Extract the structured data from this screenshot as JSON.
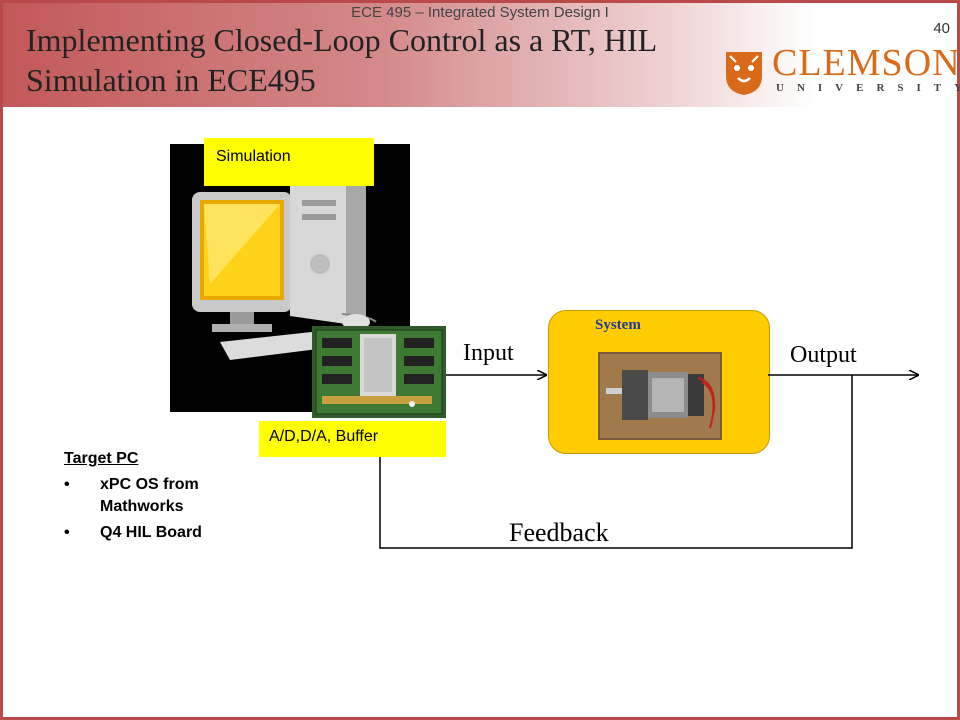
{
  "header": {
    "course": "ECE 495 – Integrated System Design I",
    "page_number": "40",
    "title_line1": "Implementing Closed-Loop Control as a RT, HIL",
    "title_line2": "Simulation in ECE495"
  },
  "logo": {
    "wordmark": "CLEMSON",
    "subtext": "UNIVERSITY"
  },
  "diagram": {
    "simulation_label": "Simulation",
    "interface_label": "A/D,D/A, Buffer",
    "system_label": "System",
    "input_label": "Input",
    "output_label": "Output",
    "feedback_label": "Feedback"
  },
  "target_pc": {
    "heading": "Target PC",
    "items": [
      "xPC OS from Mathworks",
      "Q4 HIL Board"
    ]
  },
  "colors": {
    "header_red": "#c2585a",
    "frame": "#b9494b",
    "label_yellow": "#ffff00",
    "system_fill": "#ffcc00",
    "system_label": "#1f3a9c",
    "clemson_orange": "#d96a1a"
  }
}
